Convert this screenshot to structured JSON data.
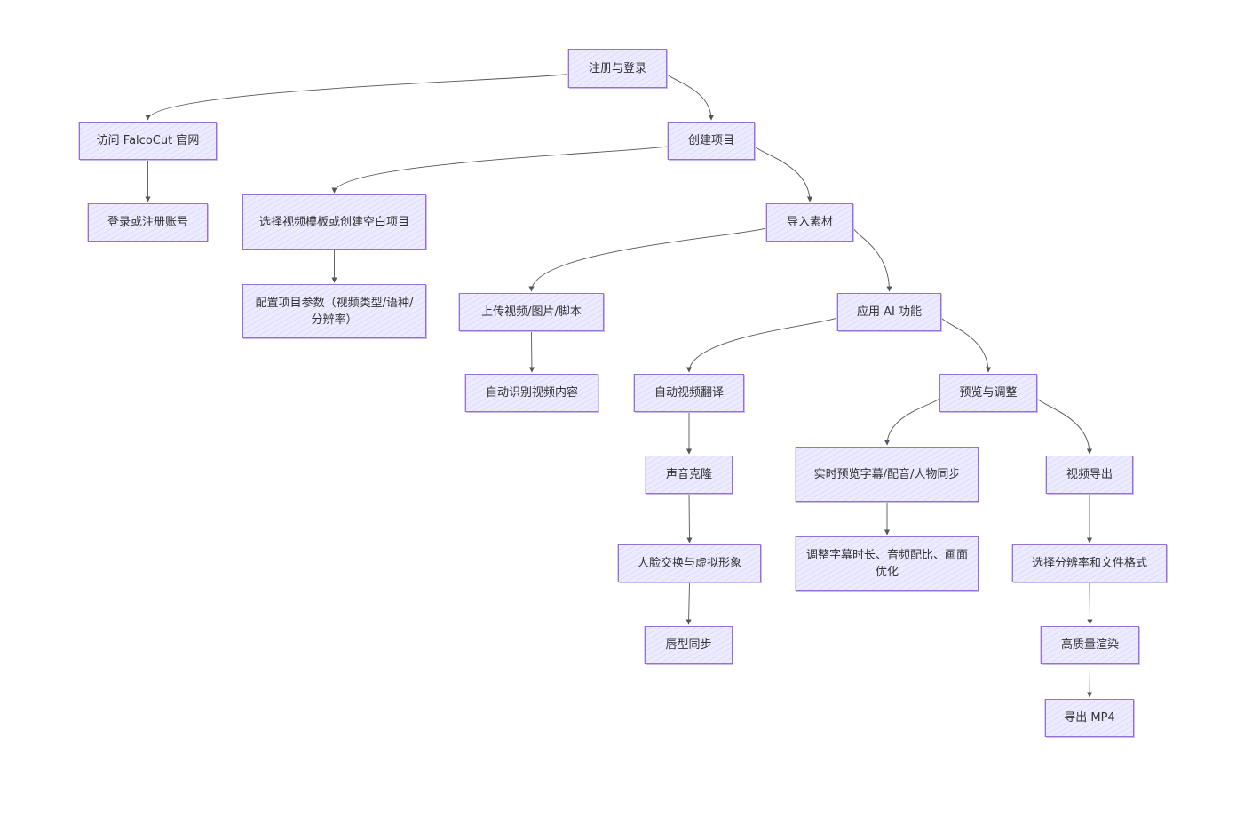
{
  "diagram": {
    "nodes": {
      "login": "注册与登录",
      "visit": "访问 FalcoCut 官网",
      "register": "登录或注册账号",
      "create": "创建项目",
      "template": "选择视频模板或创建空白项目",
      "config": "配置项目参数（视频类型/语种/分辨率）",
      "import": "导入素材",
      "upload": "上传视频/图片/脚本",
      "recognize": "自动识别视频内容",
      "ai": "应用 AI 功能",
      "translate": "自动视频翻译",
      "clone": "声音克隆",
      "faceswap": "人脸交换与虚拟形象",
      "lipsync": "唇型同步",
      "preview": "预览与调整",
      "realtime": "实时预览字幕/配音/人物同步",
      "adjust": "调整字幕时长、音频配比、画面优化",
      "export": "视频导出",
      "format": "选择分辨率和文件格式",
      "render": "高质量渲染",
      "mp4": "导出 MP4"
    },
    "edges": [
      [
        "login",
        "visit"
      ],
      [
        "login",
        "create"
      ],
      [
        "visit",
        "register"
      ],
      [
        "create",
        "template"
      ],
      [
        "create",
        "import"
      ],
      [
        "template",
        "config"
      ],
      [
        "import",
        "upload"
      ],
      [
        "import",
        "ai"
      ],
      [
        "upload",
        "recognize"
      ],
      [
        "ai",
        "translate"
      ],
      [
        "ai",
        "preview"
      ],
      [
        "translate",
        "clone"
      ],
      [
        "clone",
        "faceswap"
      ],
      [
        "faceswap",
        "lipsync"
      ],
      [
        "preview",
        "realtime"
      ],
      [
        "preview",
        "export"
      ],
      [
        "realtime",
        "adjust"
      ],
      [
        "export",
        "format"
      ],
      [
        "format",
        "render"
      ],
      [
        "render",
        "mp4"
      ]
    ]
  },
  "colors": {
    "node_fill": "#ecebff",
    "node_stroke": "#9370DB",
    "edge": "#555555",
    "text": "#333333"
  }
}
